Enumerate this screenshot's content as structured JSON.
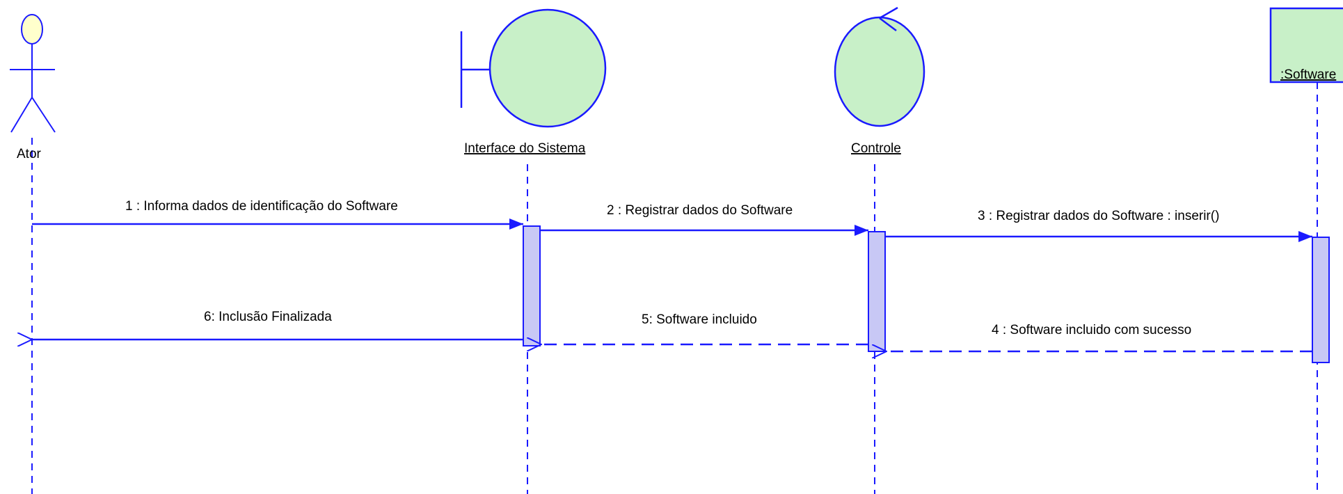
{
  "participants": {
    "actor": "Ator",
    "boundary": "Interface do Sistema",
    "control": "Controle",
    "entity": ":Software"
  },
  "messages": {
    "m1": "1 : Informa dados de identificação do Software",
    "m2": "2 : Registrar dados do Software",
    "m3": "3 : Registrar dados do Software : inserir()",
    "m4": "4 : Software incluido com sucesso",
    "m5": "5: Software incluido",
    "m6": "6: Inclusão Finalizada"
  },
  "colors": {
    "line": "#1a1aff",
    "shape_fill": "#c8f0c8",
    "activation_fill": "#c8c8f5",
    "actor_head": "#ffffcc"
  }
}
